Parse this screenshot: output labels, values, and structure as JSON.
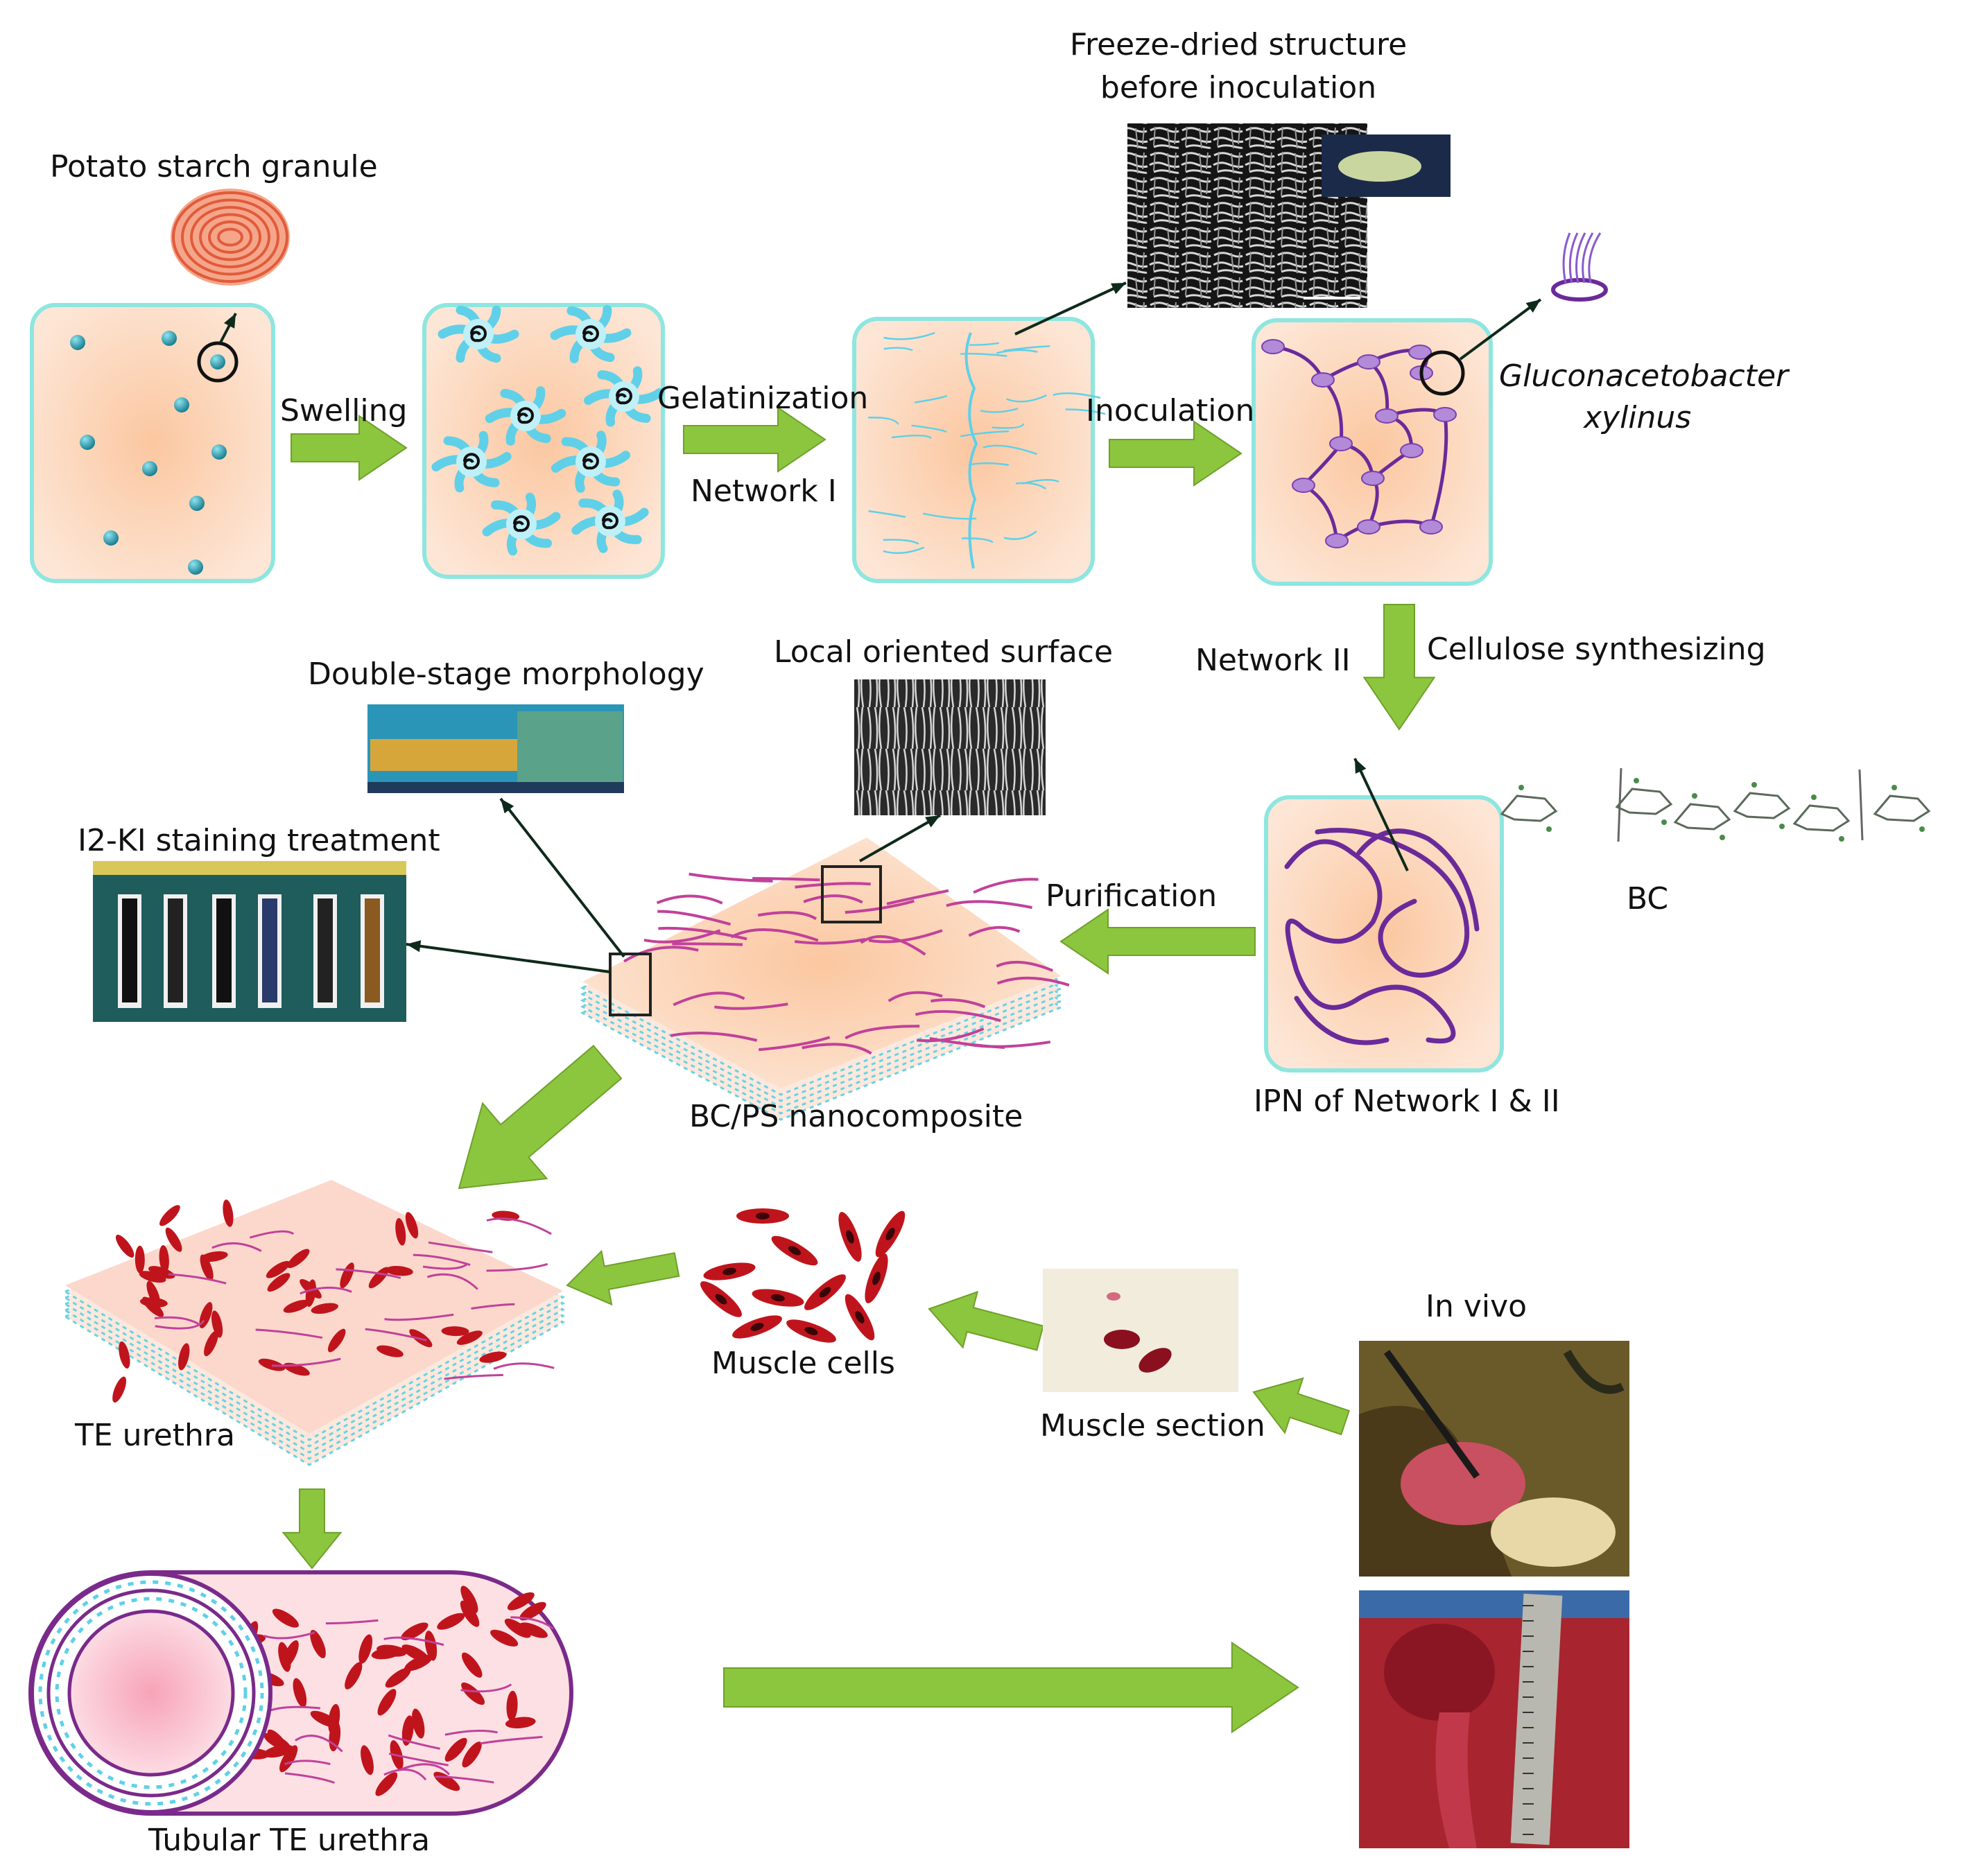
{
  "labels": {
    "potato_starch_granule": "Potato starch granule",
    "swelling": "Swelling",
    "gelatinization": "Gelatinization",
    "network_i": "Network I",
    "freeze_dried_1": "Freeze-dried structure",
    "freeze_dried_2": "before inoculation",
    "inoculation": "Inoculation",
    "bacterium_1": "Gluconacetobacter",
    "bacterium_2": "xylinus",
    "network_ii": "Network II",
    "cellulose_synthesizing": "Cellulose synthesizing",
    "double_stage_morphology": "Double-stage morphology",
    "local_oriented_surface": "Local oriented surface",
    "i2ki_staining": "I2-KI staining treatment",
    "purification": "Purification",
    "bc": "BC",
    "bc_ps_nanocomposite": "BC/PS nanocomposite",
    "ipn": "IPN of Network I & II",
    "in_vivo": "In vivo",
    "muscle_cells": "Muscle cells",
    "muscle_section": "Muscle section",
    "te_urethra": "TE urethra",
    "tubular_te_urethra": "Tubular TE urethra"
  },
  "colors": {
    "arrow_green": "#8cc63f",
    "panel_fill": "#f9cdae",
    "panel_border": "#8ee6e0",
    "starch_dot": "#2a9fb0",
    "network_i_cyan": "#5fd0e8",
    "bc_purple": "#6a2a9a",
    "bacteria_violet": "#b28ad8",
    "muscle_red": "#c0141c",
    "sheet_magenta": "#c1419a"
  },
  "icons": [
    "starch-granule-icon",
    "bacterium-icon",
    "bc-chemical-structure-icon",
    "sem-micrograph-icon",
    "surgical-photo-icon"
  ]
}
